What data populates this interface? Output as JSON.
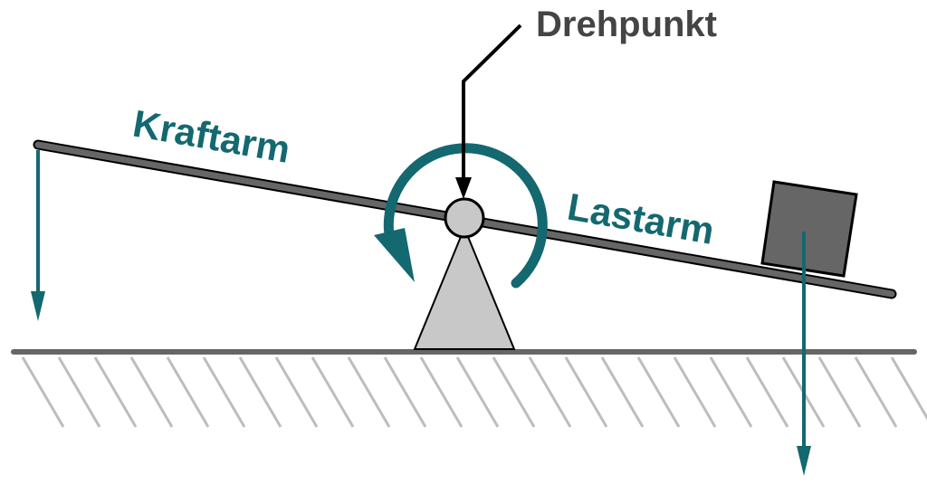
{
  "labels": {
    "pivot": "Drehpunkt",
    "effort_arm": "Kraftarm",
    "load_arm": "Lastarm"
  },
  "colors": {
    "accent": "#14686f",
    "lever": "#666666",
    "support": "#c8c8c8",
    "hatch": "#bdbdbd",
    "text_dark": "#444444"
  }
}
